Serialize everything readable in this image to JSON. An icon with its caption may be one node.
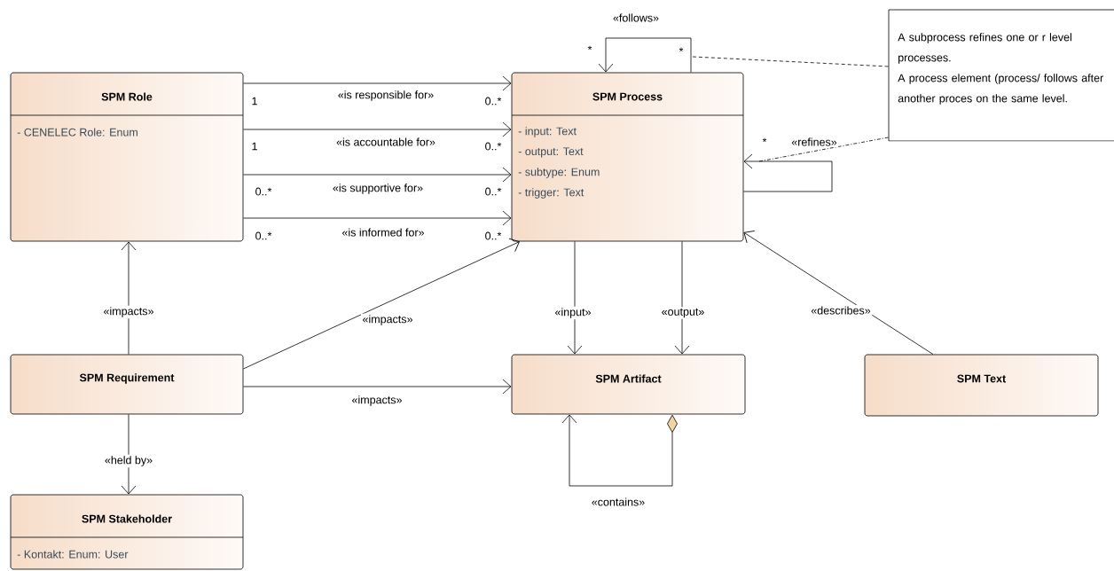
{
  "diagram": {
    "nodes": [
      {
        "text": [
          "SPM Role",
          "- CENELEC Role: Enum"
        ]
      },
      {
        "text": [
          "SPM Process",
          "- input: Text",
          "- output: Text",
          "- subtype: Enum",
          "- trigger: Text"
        ]
      },
      {
        "text": [
          "A subprocess refines one or r level processes.",
          "A process element (process/ follows after another proces on the same level."
        ]
      },
      {
        "text": [
          "SPM Requirement"
        ]
      },
      {
        "text": [
          "SPM Artifact"
        ]
      },
      {
        "text": [
          "SPM Text"
        ]
      },
      {
        "text": [
          "SPM Stakeholder",
          "- Kontakt: Enum: User"
        ]
      }
    ],
    "edges": [
      {
        "from": 0,
        "to": 1,
        "arrow": "to",
        "label": "«is responsible for»"
      },
      {
        "from": 0,
        "to": 1,
        "arrow": "to",
        "label": "«is accountable for»"
      },
      {
        "from": 0,
        "to": 1,
        "arrow": "to",
        "label": "«is supportive for»"
      },
      {
        "from": 0,
        "to": 1,
        "arrow": "to",
        "label": "«is informed for»"
      },
      {
        "from": 1,
        "to": 1,
        "arrow": "to",
        "label": "«follows»"
      },
      {
        "from": 1,
        "to": 1,
        "arrow": "to",
        "label": "«refines»"
      },
      {
        "from": 1,
        "to": 4,
        "arrow": "to",
        "label": "«input»"
      },
      {
        "from": 1,
        "to": 4,
        "arrow": "to",
        "label": "«output»"
      },
      {
        "from": 5,
        "to": 1,
        "arrow": "to",
        "label": "«describes»"
      },
      {
        "from": 3,
        "to": 0,
        "arrow": "to",
        "label": "«impacts»"
      },
      {
        "from": 3,
        "to": 1,
        "arrow": "to",
        "label": "«impacts»"
      },
      {
        "from": 3,
        "to": 4,
        "arrow": "to",
        "label": "«impacts»"
      },
      {
        "from": 3,
        "to": 6,
        "arrow": "to",
        "label": "«held by»"
      },
      {
        "from": 4,
        "to": 4,
        "arrow": "to",
        "label": "«contains»"
      },
      {
        "from": 2,
        "to": null,
        "arrow": "none",
        "style": "dashed"
      },
      {
        "from": 2,
        "to": null,
        "arrow": "none",
        "style": "dashed"
      }
    ],
    "labels": [
      "*",
      "*",
      "1",
      "0..*",
      "1",
      "0..*",
      "*",
      "0..*",
      "0..*",
      "0..*",
      "0..*"
    ]
  }
}
